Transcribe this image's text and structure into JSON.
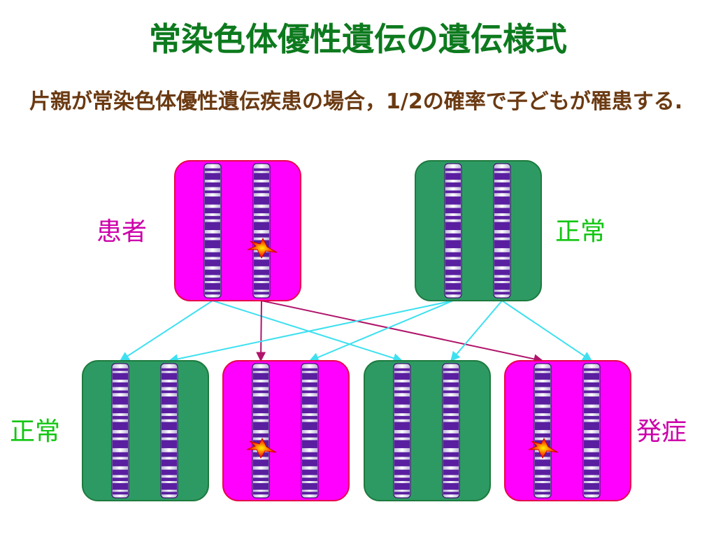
{
  "title": "常染色体優性遺伝の遺伝様式",
  "subtitle": "片親が常染色体優性遺伝疾患の場合，1/2の確率で子どもが罹患する.",
  "colors": {
    "title": "#0d7a1e",
    "subtitle": "#6b3a12",
    "affected_box": "#ff00ff",
    "affected_border": "#e8004a",
    "normal_box": "#2e9a63",
    "normal_border": "#1d7a3e",
    "chromosome_band": "#5a1fa0",
    "normal_allele_arrow": "#3ee0f0",
    "disease_allele_arrow": "#b0146a",
    "label_affected": "#cc00aa",
    "label_normal": "#11c611"
  },
  "labels": {
    "parent_affected": "患者",
    "parent_normal": "正常",
    "child_normal": "正常",
    "child_affected": "発症"
  },
  "parents": [
    {
      "id": "parent-affected",
      "status": "affected",
      "mutation": [
        false,
        true
      ]
    },
    {
      "id": "parent-normal",
      "status": "normal",
      "mutation": [
        false,
        false
      ]
    }
  ],
  "children": [
    {
      "id": "child-1",
      "status": "normal",
      "mutation": [
        false,
        false
      ]
    },
    {
      "id": "child-2",
      "status": "affected",
      "mutation": [
        true,
        false
      ]
    },
    {
      "id": "child-3",
      "status": "normal",
      "mutation": [
        false,
        false
      ]
    },
    {
      "id": "child-4",
      "status": "affected",
      "mutation": [
        true,
        false
      ]
    }
  ],
  "inheritance": [
    {
      "from_parent": 0,
      "from_chrom": 0,
      "to_child": 0,
      "allele": "normal"
    },
    {
      "from_parent": 0,
      "from_chrom": 0,
      "to_child": 2,
      "allele": "normal"
    },
    {
      "from_parent": 0,
      "from_chrom": 1,
      "to_child": 1,
      "allele": "disease"
    },
    {
      "from_parent": 0,
      "from_chrom": 1,
      "to_child": 3,
      "allele": "disease"
    },
    {
      "from_parent": 1,
      "from_chrom": 0,
      "to_child": 0,
      "allele": "normal"
    },
    {
      "from_parent": 1,
      "from_chrom": 0,
      "to_child": 1,
      "allele": "normal"
    },
    {
      "from_parent": 1,
      "from_chrom": 1,
      "to_child": 2,
      "allele": "normal"
    },
    {
      "from_parent": 1,
      "from_chrom": 1,
      "to_child": 3,
      "allele": "normal"
    }
  ]
}
